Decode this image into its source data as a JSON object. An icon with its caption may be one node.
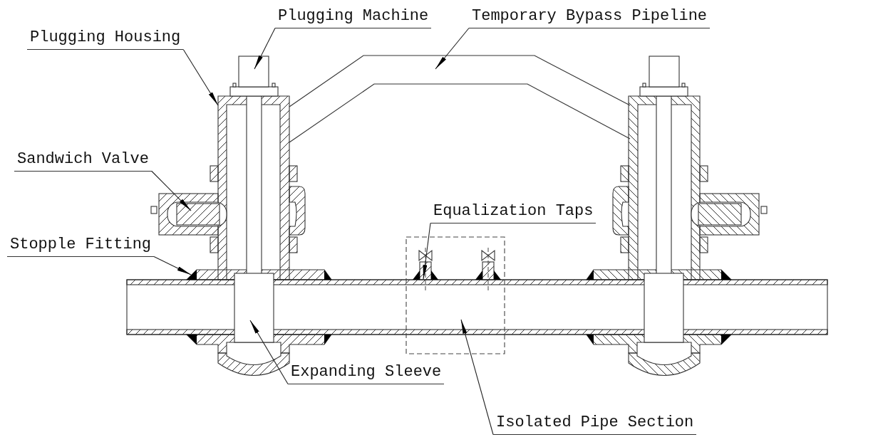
{
  "diagram": {
    "nodes": [
      {
        "text": [
          "Plugging Machine"
        ]
      },
      {
        "text": [
          "Temporary Bypass Pipeline"
        ]
      },
      {
        "text": [
          "Plugging Housing"
        ]
      },
      {
        "text": [
          "Sandwich Valve"
        ]
      },
      {
        "text": [
          "Equalization Taps"
        ]
      },
      {
        "text": [
          "Stopple Fitting"
        ]
      },
      {
        "text": [
          "Expanding Sleeve"
        ]
      },
      {
        "text": [
          "Isolated Pipe Section"
        ]
      }
    ],
    "edges": [
      {
        "from": 0,
        "to": null,
        "arrow": "to"
      },
      {
        "from": 1,
        "to": null,
        "arrow": "to"
      },
      {
        "from": 2,
        "to": null,
        "arrow": "to"
      },
      {
        "from": 3,
        "to": null,
        "arrow": "to"
      },
      {
        "from": 4,
        "to": null,
        "arrow": "to"
      },
      {
        "from": 5,
        "to": null,
        "arrow": "to"
      },
      {
        "from": 6,
        "to": null,
        "arrow": "to"
      },
      {
        "from": 7,
        "to": null,
        "arrow": "to"
      }
    ]
  }
}
